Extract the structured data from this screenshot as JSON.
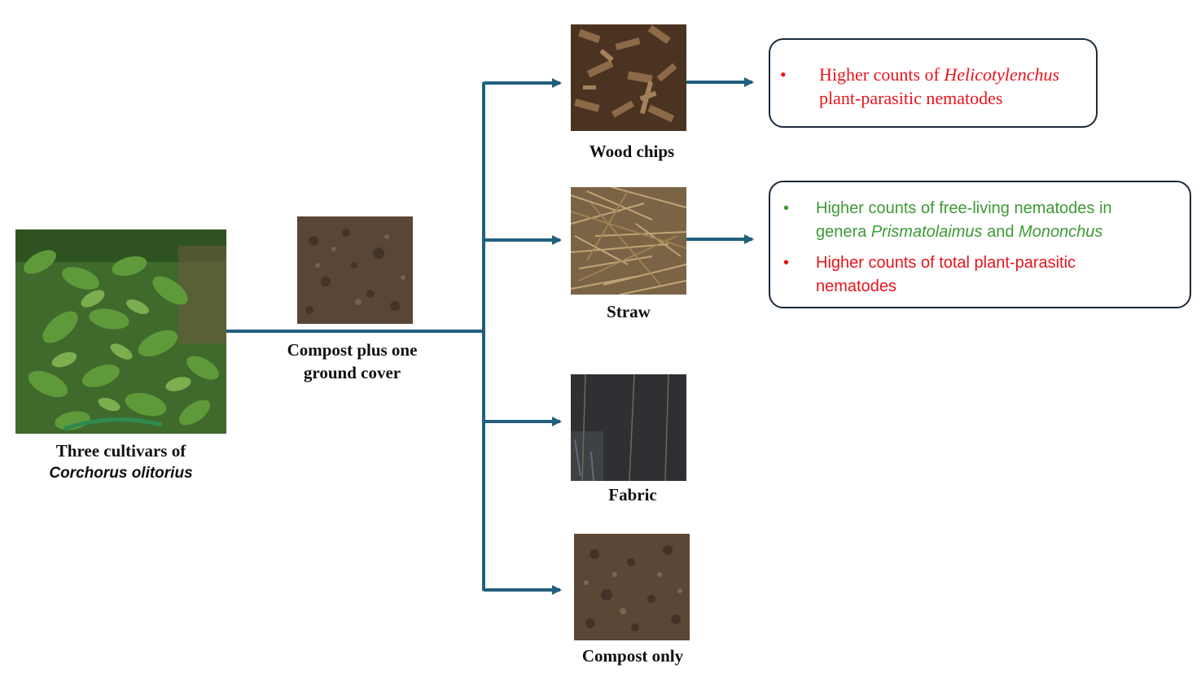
{
  "nodes": {
    "plants": {
      "caption_line1": "Three cultivars of",
      "caption_line2": "Corchorus olitorius"
    },
    "compost_ground_cover": {
      "caption_line1": "Compost plus one",
      "caption_line2": "ground cover"
    },
    "wood_chips": {
      "caption": "Wood chips"
    },
    "straw": {
      "caption": "Straw"
    },
    "fabric": {
      "caption": "Fabric"
    },
    "compost_only": {
      "caption": "Compost only"
    }
  },
  "results": {
    "wood_chips": {
      "bullet": "•",
      "text_prefix": "Higher counts of ",
      "text_genus": "Helicotylenchus",
      "text_line2": "plant-parasitic nematodes",
      "color": "#e8141c"
    },
    "straw": {
      "item1": {
        "bullet": "•",
        "line1": "Higher counts of free-living nematodes in",
        "line2_prefix": "genera ",
        "genus1": "Prismatolaimus",
        "conj": " and ",
        "genus2": "Mononchus",
        "color": "#3e9a35"
      },
      "item2": {
        "bullet": "•",
        "line1": "Higher counts of total plant-parasitic",
        "line2": "nematodes",
        "color": "#e8141c"
      }
    }
  },
  "colors": {
    "arrow": "#20607e",
    "box_border": "#1b2a38"
  }
}
